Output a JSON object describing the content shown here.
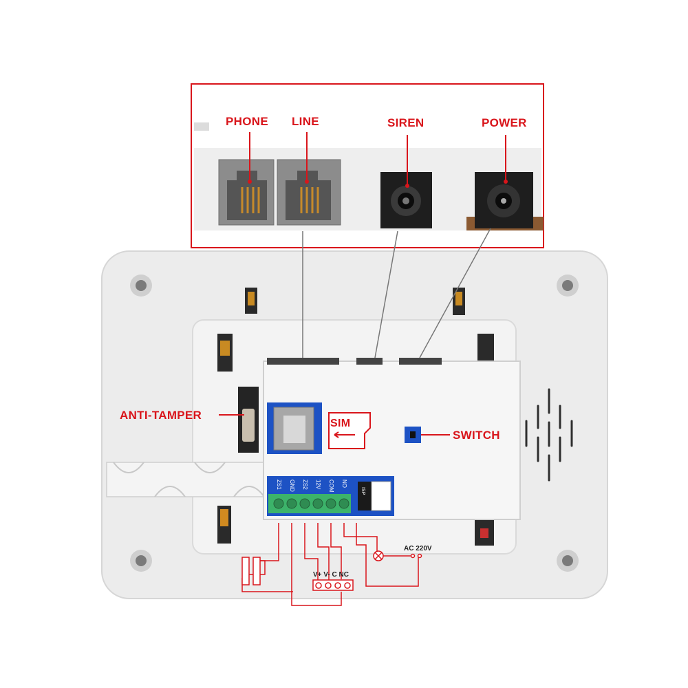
{
  "labels": {
    "phone": "PHONE",
    "line": "LINE",
    "siren": "SIREN",
    "power": "POWER",
    "anti_tamper": "ANTI-TAMPER",
    "switch": "SWITCH",
    "sim": "SIM",
    "ac": "AC 220V",
    "relay": "V+ V- C NC",
    "isp": "ISP"
  },
  "terminals": [
    "ZS1",
    "GND",
    "ZS2",
    "12V",
    "COM",
    "NO"
  ],
  "colors": {
    "accent": "#d9151b",
    "case": "#ededed",
    "board": "#1d52c4",
    "terminal": "#3cb36a"
  }
}
